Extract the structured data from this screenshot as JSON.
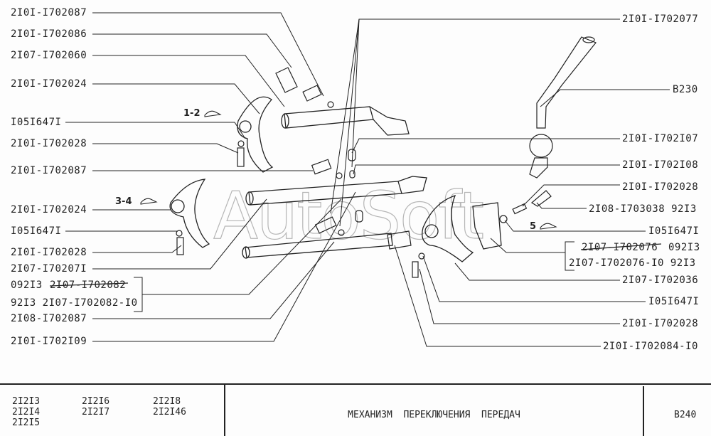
{
  "watermark": "AutoSoft",
  "group_labels": {
    "g12": "1-2",
    "g34": "3-4",
    "g5": "5"
  },
  "left_labels": [
    "2I0I-I702087",
    "2I0I-I702086",
    "2I07-I702060",
    "2I0I-I702024",
    "I05I647I",
    "2I0I-I702028",
    "2I0I-I702087",
    "2I0I-I702024",
    "I05I647I",
    "2I0I-I702028",
    "2I07-I70207I",
    "092I3",
    "2I07-I702082",
    "92I3 2I07-I702082-I0",
    "2I08-I702087",
    "2I0I-I702I09"
  ],
  "right_labels": [
    "2I0I-I702077",
    "B230",
    "2I0I-I702I07",
    "2I0I-I702I08",
    "2I0I-I702028",
    "2I08-I703038 92I3",
    "I05I647I",
    "2I07-I702076",
    "092I3",
    "2I07-I702076-I0 92I3",
    "2I07-I702036",
    "I05I647I",
    "2I0I-I702028",
    "2I0I-I702084-I0"
  ],
  "title_block": {
    "models": [
      [
        "2I2I3",
        "2I2I4",
        "2I2I5"
      ],
      [
        "2I2I6",
        "2I2I7"
      ],
      [
        "2I2I8",
        "2I2I46"
      ]
    ],
    "title": "МЕХАНИЗМ  ПЕРЕКЛЮЧЕНИЯ  ПЕРЕДАЧ",
    "page_code": "B240"
  }
}
